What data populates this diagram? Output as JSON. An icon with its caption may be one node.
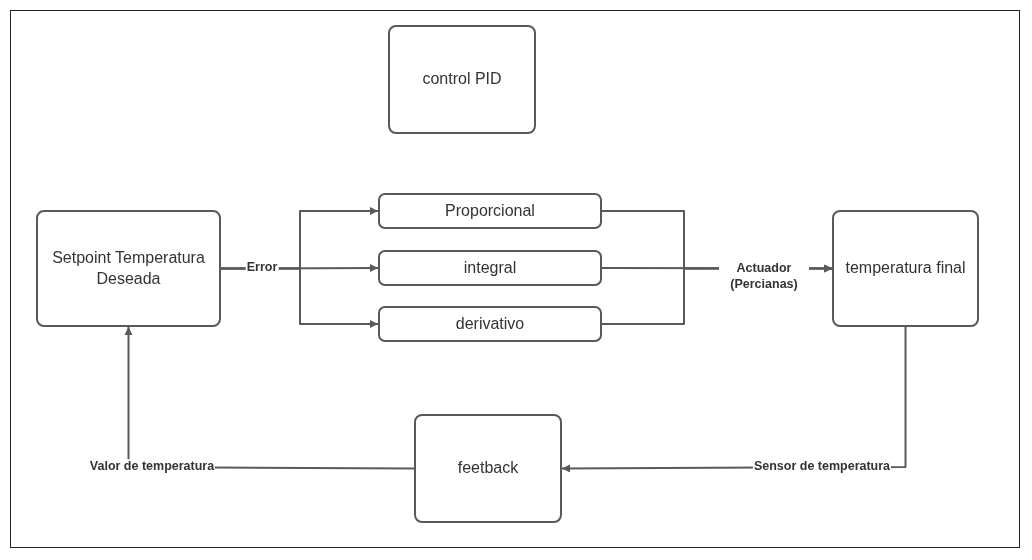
{
  "diagram": {
    "nodes": [
      {
        "text": [
          "control PID"
        ]
      },
      {
        "text": [
          "Setpoint Temperatura Deseada"
        ]
      },
      {
        "text": [
          "Proporcional"
        ]
      },
      {
        "text": [
          "integral"
        ]
      },
      {
        "text": [
          "derivativo"
        ]
      },
      {
        "text": [
          "temperatura final"
        ]
      },
      {
        "text": [
          "feetback"
        ]
      }
    ],
    "edges": [
      {
        "from": 1,
        "to": 2,
        "arrow": "to"
      },
      {
        "from": 1,
        "to": 3,
        "arrow": "to",
        "label": "Error"
      },
      {
        "from": 1,
        "to": 4,
        "arrow": "to"
      },
      {
        "from": 2,
        "to": 5,
        "arrow": "to"
      },
      {
        "from": 3,
        "to": 5,
        "arrow": "to",
        "label": "Actuador (Percianas)"
      },
      {
        "from": 4,
        "to": 5,
        "arrow": "to"
      },
      {
        "from": 5,
        "to": 6,
        "arrow": "to",
        "label": "Sensor de temperatura"
      },
      {
        "from": 6,
        "to": 1,
        "arrow": "to",
        "label": "Valor de temperatura"
      }
    ]
  }
}
